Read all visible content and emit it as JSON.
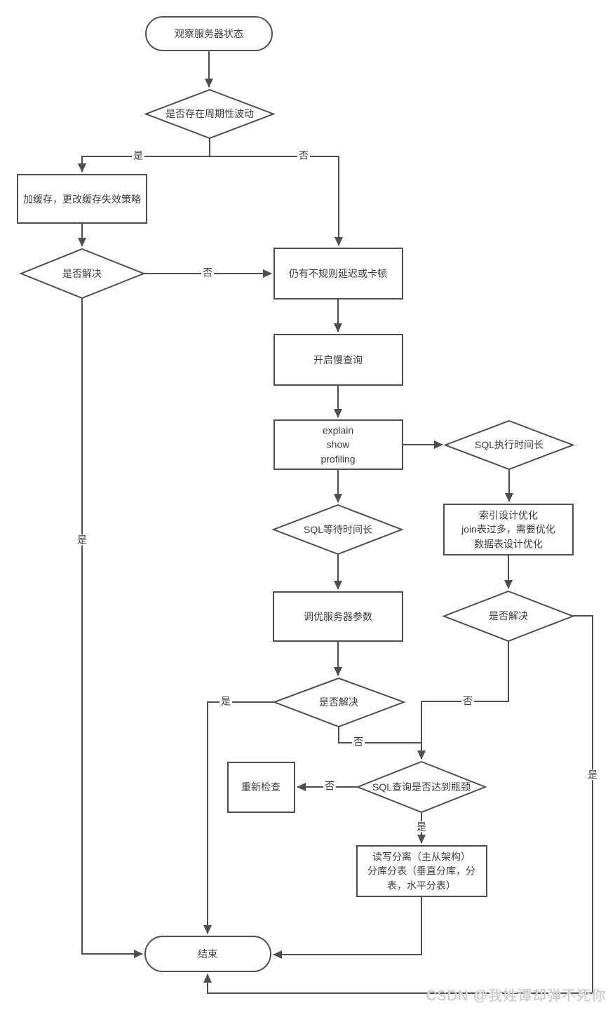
{
  "flowchart": {
    "nodes": {
      "start": "观察服务器状态",
      "periodic": "是否存在周期性波动",
      "cache": "加缓存，更改缓存失效策略",
      "solved1": "是否解决",
      "delay": "仍有不规则延迟或卡顿",
      "slow_query": "开启慢查询",
      "explain": "explain\nshow\nprofiling",
      "sql_exec": "SQL执行时间长",
      "sql_wait": "SQL等待时间长",
      "index_opt": "索引设计优化\njoin表过多，需要优化\n数据表设计优化",
      "tune": "调优服务器参数",
      "solved_right": "是否解决",
      "solved_left": "是否解决",
      "bottleneck": "SQL查询是否达到瓶颈",
      "recheck": "重新检查",
      "split": "读写分离（主从架构）\n分库分表（垂直分库，分\n表，水平分表）",
      "end": "结束"
    },
    "edge_labels": {
      "periodic_yes": "是",
      "periodic_no": "否",
      "solved1_no": "否",
      "solved1_yes": "是",
      "solved_right_no": "否",
      "solved_right_yes": "是",
      "solved_left_no": "否",
      "solved_left_yes": "是",
      "bottleneck_no": "否",
      "bottleneck_yes": "是"
    },
    "watermark": "CSDN @我姓谭却弹不死你",
    "colors": {
      "line": "#4f4f4f",
      "text": "#3d3d3d",
      "watermark": "#c8c8c8",
      "node_fill": "#ffffff"
    }
  }
}
